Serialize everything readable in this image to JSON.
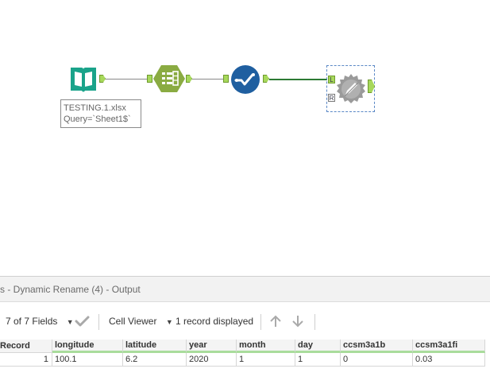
{
  "canvas": {
    "annotation": {
      "line1": "TESTING.1.xlsx",
      "line2": "Query=`Sheet1$`"
    },
    "tools": [
      {
        "name": "input-data",
        "icon": "book-icon",
        "color": "#1aa38a"
      },
      {
        "name": "select",
        "icon": "select-columns-icon",
        "color": "#8aab42"
      },
      {
        "name": "record-id",
        "icon": "check-path-icon",
        "color": "#1f5fa0"
      },
      {
        "name": "dynamic-rename",
        "icon": "gear-pencil-icon",
        "color": "#9a9a9a"
      }
    ],
    "anchor_labels": {
      "left": "L",
      "right": "R"
    }
  },
  "results": {
    "title": "s - Dynamic Rename (4) - Output",
    "toolbar": {
      "fields": "7 of 7 Fields",
      "viewer": "Cell Viewer",
      "records": "1 record displayed"
    },
    "table": {
      "record_header": "Record",
      "columns": [
        "longitude",
        "latitude",
        "year",
        "month",
        "day",
        "ccsm3a1b",
        "ccsm3a1fi"
      ],
      "rows": [
        {
          "record": "1",
          "values": [
            "100.1",
            "6.2",
            "2020",
            "1",
            "1",
            "0",
            "0.03"
          ]
        }
      ]
    }
  },
  "colors": {
    "accent_green": "#a7d85b",
    "field_underline": "#a9dc9c",
    "connection_active": "#2d7a34"
  }
}
